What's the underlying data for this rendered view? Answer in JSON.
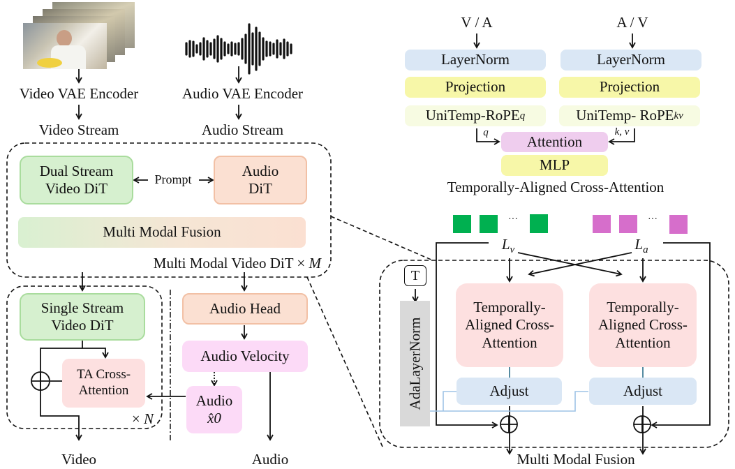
{
  "inputs": {
    "video_encoder": "Video VAE Encoder",
    "video_stream": "Video Stream",
    "audio_encoder": "Audio VAE Encoder",
    "audio_stream": "Audio Stream"
  },
  "mmdit": {
    "dual_stream": "Dual Stream Video DiT",
    "prompt": "Prompt",
    "audio_dit": "Audio DiT",
    "fusion": "Multi Modal Fusion",
    "label": "Multi Modal Video DiT × ",
    "label_var": "M"
  },
  "single": {
    "title": "Single Stream Video DiT",
    "ta_cross": "TA Cross-Attention",
    "repeat": "× ",
    "repeat_var": "N"
  },
  "audio_branch": {
    "head": "Audio Head",
    "velocity": "Audio Velocity",
    "x0_label": "Audio",
    "x0_symbol": "x̂0"
  },
  "outputs": {
    "video": "Video",
    "audio": "Audio"
  },
  "taca": {
    "input_left": "V / A",
    "input_right": "A / V",
    "layernorm": "LayerNorm",
    "projection": "Projection",
    "rope": "UniTemp-RoPE",
    "rope_left_sub": "q",
    "rope_right_prefix": "UniTemp- RoPE",
    "rope_right_sub": "kv",
    "q_label": "q",
    "kv_label": "k, v",
    "attention": "Attention",
    "mlp": "MLP",
    "caption": "Temporally-Aligned Cross-Attention"
  },
  "fusion_detail": {
    "video_tokens_color": "#00b050",
    "audio_tokens_color": "#d66ecb",
    "ellipsis": "···",
    "lv": "L",
    "lv_sub": "v",
    "la": "L",
    "la_sub": "a",
    "t_label": "T",
    "adaln": "AdaLayerNorm",
    "taca_block": "Temporally-Aligned Cross-Attention",
    "adjust": "Adjust",
    "caption": "Multi Modal Fusion"
  }
}
